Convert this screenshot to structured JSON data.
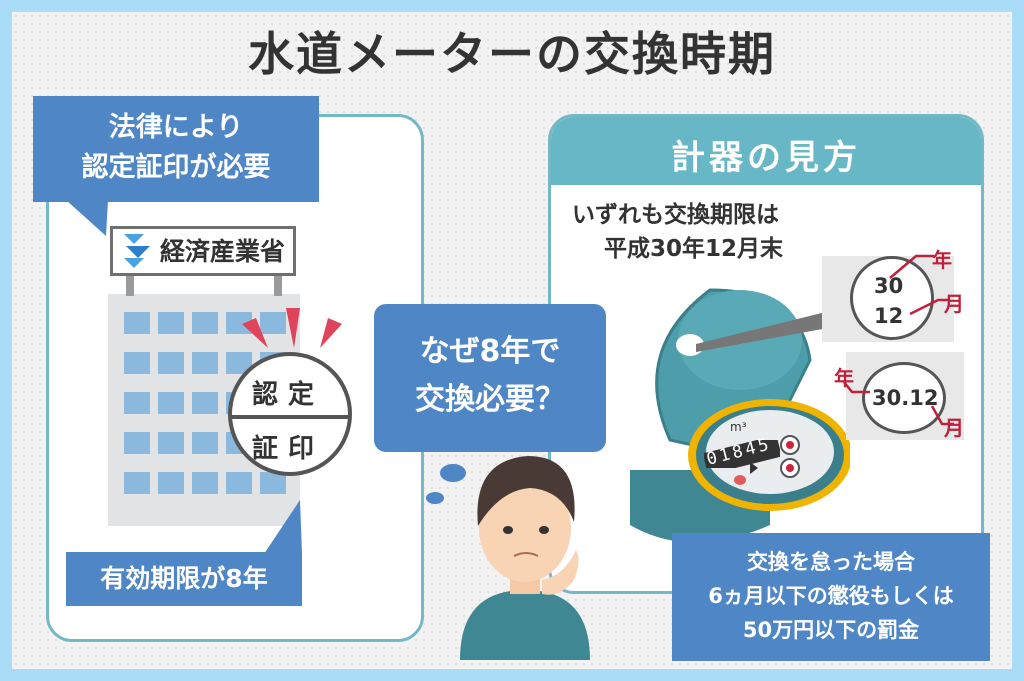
{
  "title": "水道メーターの交換時期",
  "left_panel": {
    "callout_top": [
      "法律により",
      "認定証印が必要"
    ],
    "sign": "経済産業省",
    "seal_top": "認定",
    "seal_bottom": "証印",
    "callout_bottom": "有効期限が8年"
  },
  "thought": [
    "なぜ8年で",
    "交換必要？"
  ],
  "right_panel": {
    "title": "計器の見方",
    "note": [
      "いずれも交換期限は",
      "平成30年12月末"
    ],
    "example_top": {
      "year": "30",
      "month": "12",
      "year_label": "年",
      "month_label": "月"
    },
    "example_bottom": {
      "value": "30.12",
      "year_label": "年",
      "month_label": "月"
    },
    "meter_digits": "01845",
    "meter_unit": "m³",
    "penalty": [
      "交換を怠った場合",
      "6ヵ月以下の懲役もしくは",
      "50万円以下の罰金"
    ]
  },
  "colors": {
    "frame": "#a9dcf7",
    "blue": "#4f86c6",
    "teal": "#67b7c6",
    "red": "#c0213a"
  }
}
